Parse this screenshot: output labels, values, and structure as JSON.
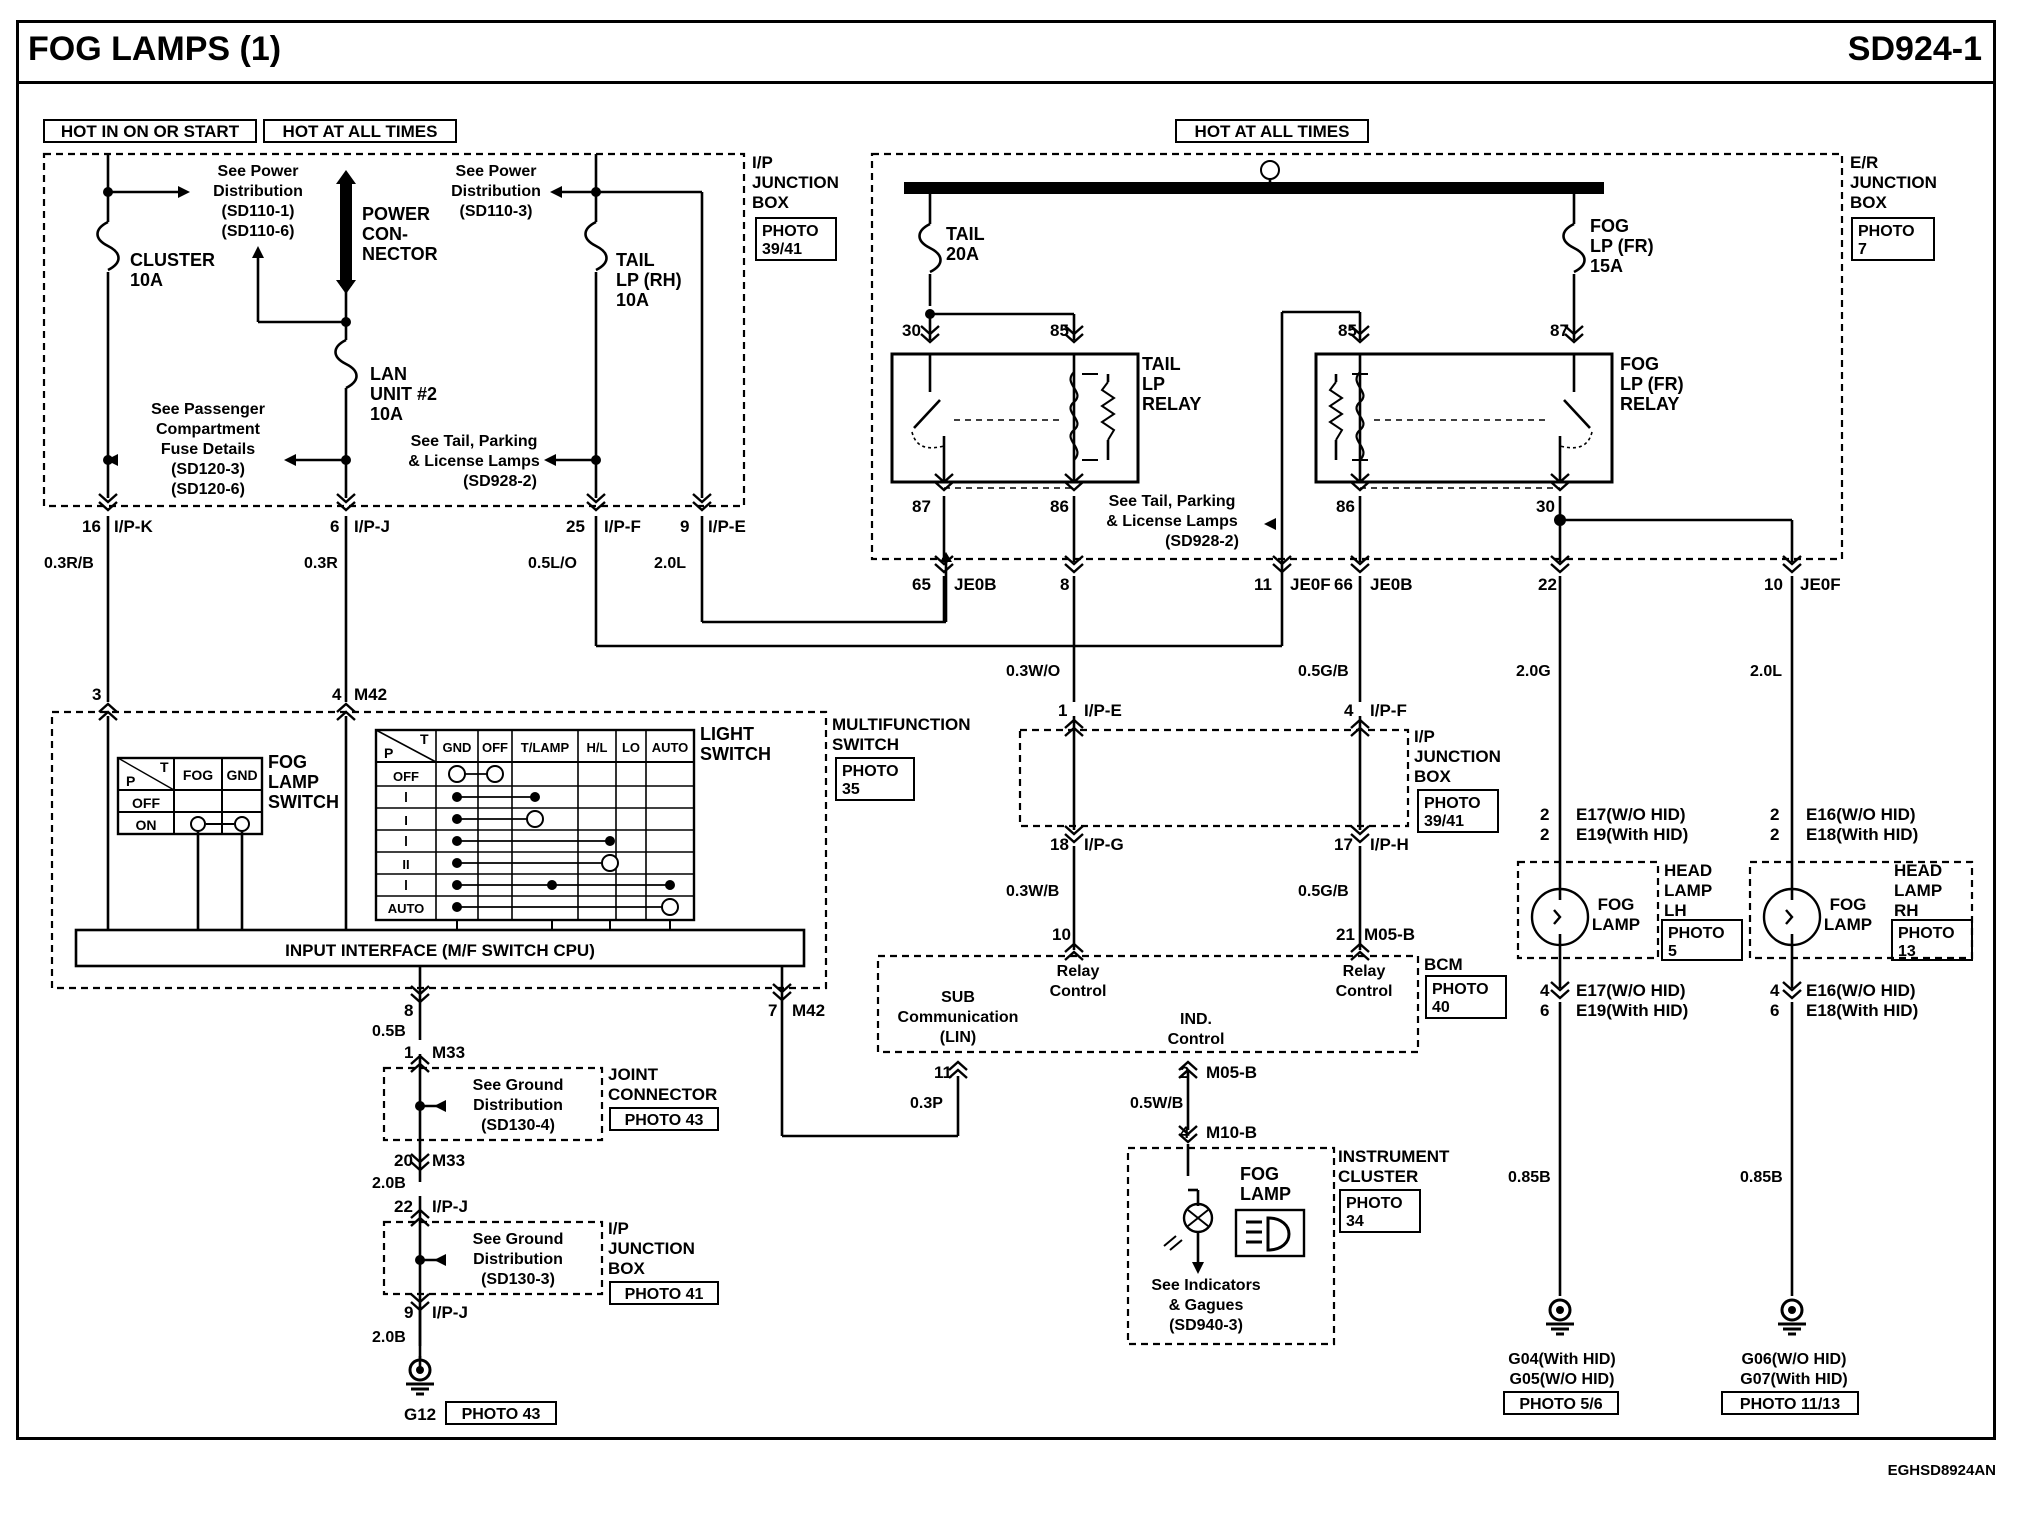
{
  "page": {
    "title": "FOG LAMPS (1)",
    "code": "SD924-1",
    "footer_code": "EGHSD8924AN"
  },
  "power": {
    "hot_in_on_start": "HOT IN ON OR START",
    "hot_at_all_times_left": "HOT AT ALL TIMES",
    "hot_at_all_times_right": "HOT AT ALL TIMES"
  },
  "ip_junction_top": {
    "see_power_1": [
      "See Power",
      "Distribution",
      "(SD110-1)",
      "(SD110-6)"
    ],
    "see_power_2": [
      "See Power",
      "Distribution",
      "(SD110-3)"
    ],
    "cluster_fuse": [
      "CLUSTER",
      "10A"
    ],
    "power_connector": [
      "POWER",
      "CON-",
      "NECTOR"
    ],
    "tail_fuse": [
      "TAIL",
      "LP (RH)",
      "10A"
    ],
    "lan_fuse": [
      "LAN",
      "UNIT #2",
      "10A"
    ],
    "see_passenger": [
      "See Passenger",
      "Compartment",
      "Fuse Details",
      "(SD120-3)",
      "(SD120-6)"
    ],
    "see_tail": [
      "See Tail, Parking",
      "& License Lamps",
      "(SD928-2)"
    ],
    "box_label": [
      "I/P",
      "JUNCTION",
      "BOX"
    ],
    "photo": [
      "PHOTO",
      "39/41"
    ]
  },
  "er_junction": {
    "box_label": [
      "E/R",
      "JUNCTION",
      "BOX"
    ],
    "photo": [
      "PHOTO",
      "7"
    ],
    "tail_fuse": [
      "TAIL",
      "20A"
    ],
    "fog_fuse": [
      "FOG",
      "LP (FR)",
      "15A"
    ],
    "tail_relay": [
      "TAIL",
      "LP",
      "RELAY"
    ],
    "fog_relay": [
      "FOG",
      "LP (FR)",
      "RELAY"
    ],
    "see_tail": [
      "See Tail, Parking",
      "& License Lamps",
      "(SD928-2)"
    ],
    "pins": {
      "t30": "30",
      "t85": "85",
      "t87": "87",
      "t86": "86",
      "f85": "85",
      "f87": "87",
      "f86": "86",
      "f30": "30"
    }
  },
  "connectors": {
    "c16": "16",
    "ipk": "I/P-K",
    "c6": "6",
    "ipj": "I/P-J",
    "c25": "25",
    "ipf": "I/P-F",
    "c9": "9",
    "ipe": "I/P-E",
    "c65": "65",
    "je0b_a": "JE0B",
    "c8": "8",
    "c11": "11",
    "je0f_a": "JE0F",
    "c66": "66",
    "je0b_b": "JE0B",
    "c22": "22",
    "c10": "10",
    "je0f_b": "JE0F",
    "m3": "3",
    "m4": "4",
    "m42": "M42",
    "ipe1": "1",
    "ipe1_label": "I/P-E",
    "ipf4": "4",
    "ipf4_label": "I/P-F",
    "ipg18": "18",
    "ipg_label": "I/P-G",
    "iph17": "17",
    "iph_label": "I/P-H",
    "bcm10": "10",
    "bcm21": "21",
    "m05b": "M05-B",
    "m42_7": "7",
    "m42_b": "M42",
    "m8": "8",
    "m33_1": "1",
    "m33_a": "M33",
    "m33_20": "20",
    "m33_b": "M33",
    "ipj22": "22",
    "ipj_a": "I/P-J",
    "ipj9": "9",
    "ipj_b": "I/P-J",
    "bcm11": "11",
    "bcm2": "2",
    "m05b_b": "M05-B",
    "m10b4": "4",
    "m10b": "M10-B",
    "e17a_pin": "2",
    "e17a": "E17(W/O HID)",
    "e19a_pin": "2",
    "e19a": "E19(With HID)",
    "e16a_pin": "2",
    "e16a": "E16(W/O HID)",
    "e18a_pin": "2",
    "e18a": "E18(With HID)",
    "e17b_pin": "4",
    "e17b": "E17(W/O HID)",
    "e19b_pin": "6",
    "e19b": "E19(With HID)",
    "e16b_pin": "4",
    "e16b": "E16(W/O HID)",
    "e18b_pin": "6",
    "e18b": "E18(With HID)"
  },
  "wires": {
    "w1": "0.3R/B",
    "w2": "0.3R",
    "w3": "0.5L/O",
    "w4": "2.0L",
    "w5": "0.3W/O",
    "w6": "0.5G/B",
    "w7": "2.0G",
    "w8": "2.0L",
    "w9": "0.3W/B",
    "w10": "0.5G/B",
    "w11": "0.5B",
    "w12": "2.0B",
    "w13": "2.0B",
    "w14": "0.3P",
    "w15": "0.5W/B",
    "w16": "0.85B",
    "w17": "0.85B"
  },
  "multifunction": {
    "fog_switch_label": [
      "FOG",
      "LAMP",
      "SWITCH"
    ],
    "fog_table": {
      "p": "P",
      "t": "T",
      "fog": "FOG",
      "gnd": "GND",
      "off": "OFF",
      "on": "ON"
    },
    "light_switch_label": [
      "LIGHT",
      "SWITCH"
    ],
    "light_table": {
      "headers": [
        "GND",
        "OFF",
        "T/LAMP",
        "H/L",
        "LO",
        "AUTO"
      ],
      "rows": [
        "OFF",
        "I",
        "",
        "",
        "II",
        "",
        "AUTO"
      ],
      "p": "P",
      "t": "T"
    },
    "switch_label": [
      "MULTIFUNCTION",
      "SWITCH"
    ],
    "photo": [
      "PHOTO",
      "35"
    ],
    "interface": "INPUT INTERFACE (M/F SWITCH CPU)"
  },
  "ip_junction_mid": {
    "label": [
      "I/P",
      "JUNCTION",
      "BOX"
    ],
    "photo": [
      "PHOTO",
      "39/41"
    ]
  },
  "bcm": {
    "label": "BCM",
    "photo": [
      "PHOTO",
      "40"
    ],
    "relay_control_1": [
      "Relay",
      "Control"
    ],
    "relay_control_2": [
      "Relay",
      "Control"
    ],
    "sub_comm": [
      "SUB",
      "Communication",
      "(LIN)"
    ],
    "ind_control": [
      "IND.",
      "Control"
    ]
  },
  "joint_connector": {
    "see": [
      "See Ground",
      "Distribution",
      "(SD130-4)"
    ],
    "label": [
      "JOINT",
      "CONNECTOR"
    ],
    "photo": "PHOTO 43"
  },
  "ip_junction_low": {
    "see": [
      "See Ground",
      "Distribution",
      "(SD130-3)"
    ],
    "label": [
      "I/P",
      "JUNCTION",
      "BOX"
    ],
    "photo": "PHOTO 41"
  },
  "ground_g12": {
    "label": "G12",
    "photo": "PHOTO 43"
  },
  "cluster": {
    "label": [
      "INSTRUMENT",
      "CLUSTER"
    ],
    "photo": [
      "PHOTO",
      "34"
    ],
    "fog_lamp": [
      "FOG",
      "LAMP"
    ],
    "see": [
      "See Indicators",
      "& Gagues",
      "(SD940-3)"
    ]
  },
  "head_lh": {
    "lamp": [
      "FOG",
      "LAMP"
    ],
    "label": [
      "HEAD",
      "LAMP",
      "LH"
    ],
    "photo": [
      "PHOTO",
      "5"
    ]
  },
  "head_rh": {
    "lamp": [
      "FOG",
      "LAMP"
    ],
    "label": [
      "HEAD",
      "LAMP",
      "RH"
    ],
    "photo": [
      "PHOTO",
      "13"
    ]
  },
  "ground_lh": {
    "a": "G04(With HID)",
    "b": "G05(W/O HID)",
    "photo": "PHOTO 5/6"
  },
  "ground_rh": {
    "a": "G06(W/O HID)",
    "b": "G07(With HID)",
    "photo": "PHOTO 11/13"
  }
}
